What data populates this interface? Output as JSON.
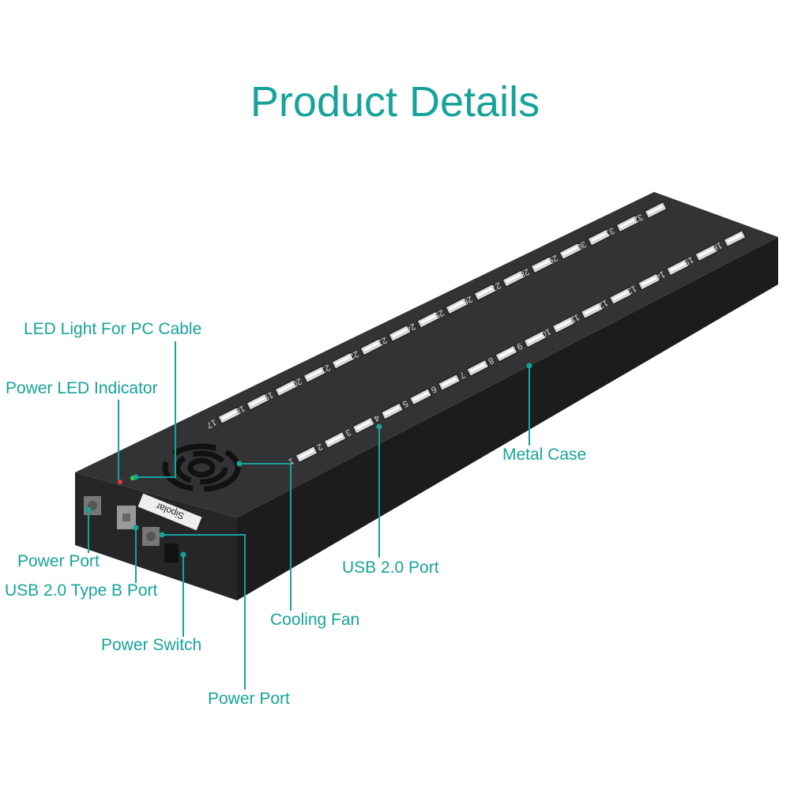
{
  "title": "Product Details",
  "accent_color": "#17a39a",
  "case_color": "#2b2b2d",
  "brand_logo": "Sipolar",
  "callouts": {
    "led_pc": "LED Light For PC Cable",
    "power_led": "Power LED Indicator",
    "power_port_1": "Power Port",
    "usb_type_b": "USB 2.0 Type B Port",
    "power_switch": "Power Switch",
    "power_port_2": "Power Port",
    "cooling_fan": "Cooling Fan",
    "usb_port": "USB 2.0 Port",
    "metal_case": "Metal Case"
  },
  "ports_front_row": [
    "1",
    "2",
    "3",
    "4",
    "5",
    "6",
    "7",
    "8",
    "9",
    "10",
    "11",
    "12",
    "13",
    "14",
    "15",
    "16"
  ],
  "ports_back_row": [
    "17",
    "18",
    "19",
    "20",
    "21",
    "22",
    "23",
    "24",
    "25",
    "26",
    "27",
    "28",
    "29",
    "30",
    "31",
    "32"
  ]
}
